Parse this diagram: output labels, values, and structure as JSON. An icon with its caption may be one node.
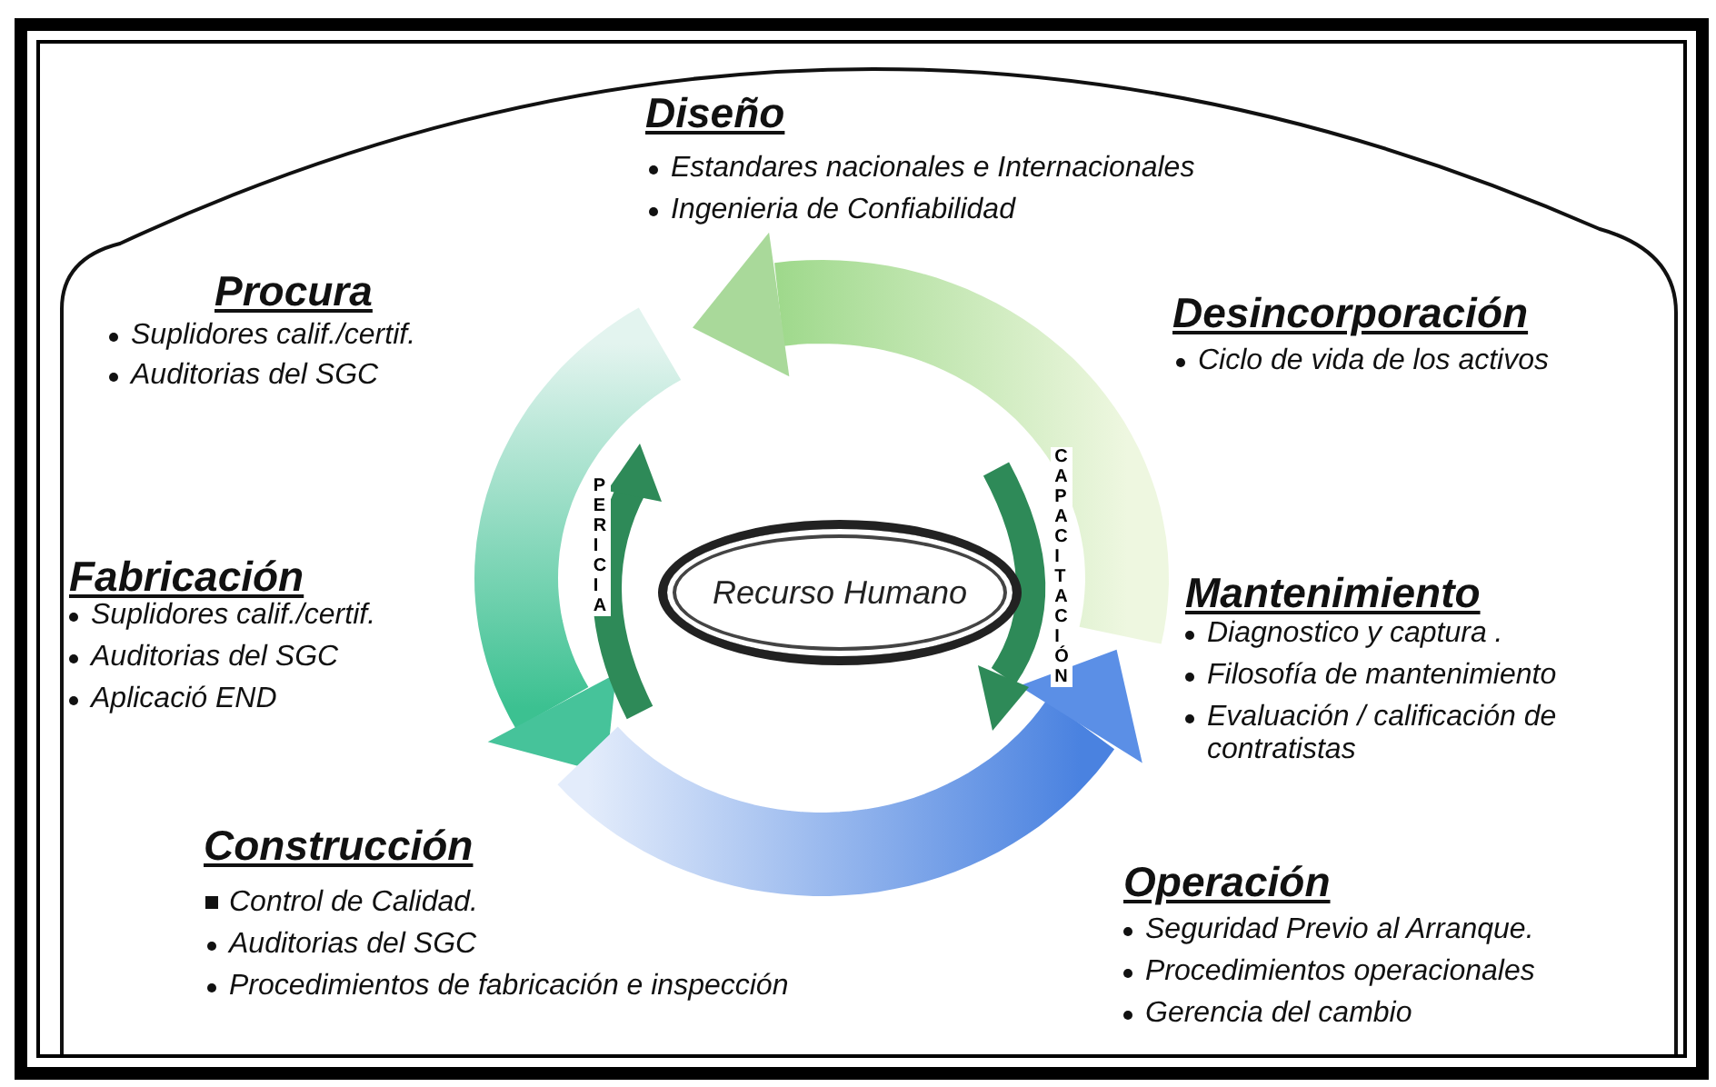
{
  "diagram": {
    "nodes": [
      {
        "text": [
          "Recurso Humano"
        ]
      }
    ],
    "edges": [],
    "labels": [
      "Diseño",
      "Estandares nacionales e Internacionales",
      "Ingenieria de Confiabilidad",
      "Procura",
      "Suplidores calif./certif.",
      "Auditorias  del SGC",
      "Desincorporación",
      "Ciclo de vida de los activos",
      "PERICIA",
      "CAPACITACIÓN",
      "Fabricación",
      "Suplidores calif./certif.",
      "Auditorias  del SGC",
      "Aplicació END",
      "Mantenimiento",
      "Diagnostico y captura .",
      "Filosofía de mantenimiento",
      "Evaluación / calificación de contratistas",
      "Construcción",
      "Control de Calidad.",
      "Auditorias  del SGC",
      "Procedimientos de fabricación e inspección",
      "Operación",
      "Seguridad Previo al Arranque.",
      "Procedimientos operacionales",
      "Gerencia del cambio"
    ]
  }
}
